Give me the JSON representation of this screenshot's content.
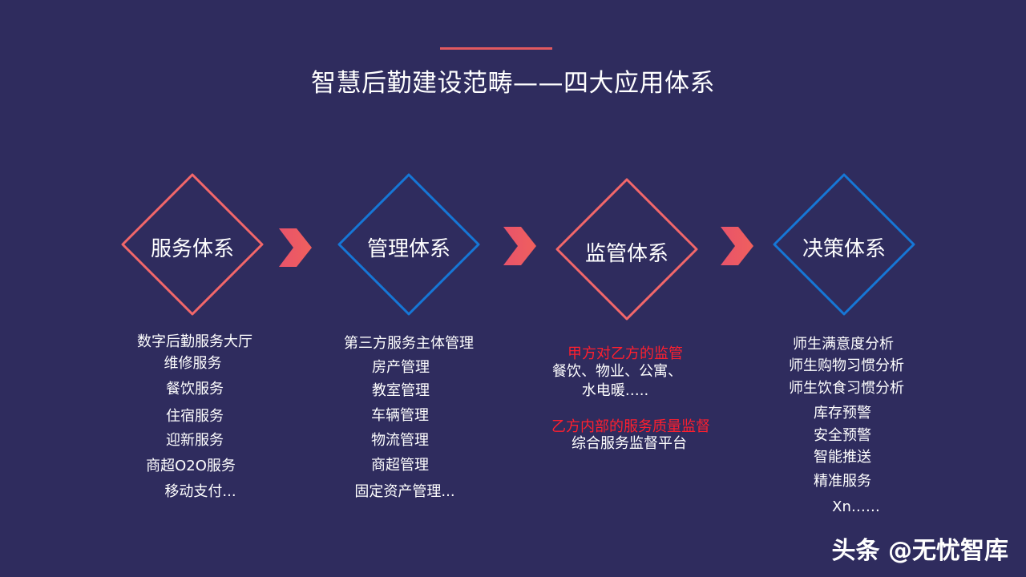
{
  "title": "智慧后勤建设范畴——四大应用体系",
  "nodes": [
    {
      "label": "服务体系",
      "color": "#f2676a"
    },
    {
      "label": "管理体系",
      "color": "#1677d6"
    },
    {
      "label": "监管体系",
      "color": "#f2676a"
    },
    {
      "label": "决策体系",
      "color": "#1677d6"
    }
  ],
  "lists": {
    "service": [
      "数字后勤服务大厅",
      "维修服务",
      "餐饮服务",
      "住宿服务",
      "迎新服务",
      "商超O2O服务",
      "移动支付..."
    ],
    "management": [
      "第三方服务主体管理",
      "房产管理",
      "教室管理",
      "车辆管理",
      "物流管理",
      "商超管理",
      "固定资产管理..."
    ],
    "supervision": {
      "heading1": "甲方对乙方的监管",
      "line1": "餐饮、物业、公寓、",
      "line2": "水电暖…..",
      "heading2": "乙方内部的服务质量监督",
      "line3": "综合服务监督平台"
    },
    "decision": [
      "师生满意度分析",
      "师生购物习惯分析",
      "师生饮食习惯分析",
      "库存预警",
      "安全预警",
      "智能推送",
      "精准服务",
      "Xn……"
    ]
  },
  "watermark": "头条 @无忧智库",
  "colors": {
    "background": "#2f2c5e",
    "accent_red": "#f2676a",
    "accent_blue": "#1677d6",
    "highlight_red": "#ff1f2e"
  }
}
